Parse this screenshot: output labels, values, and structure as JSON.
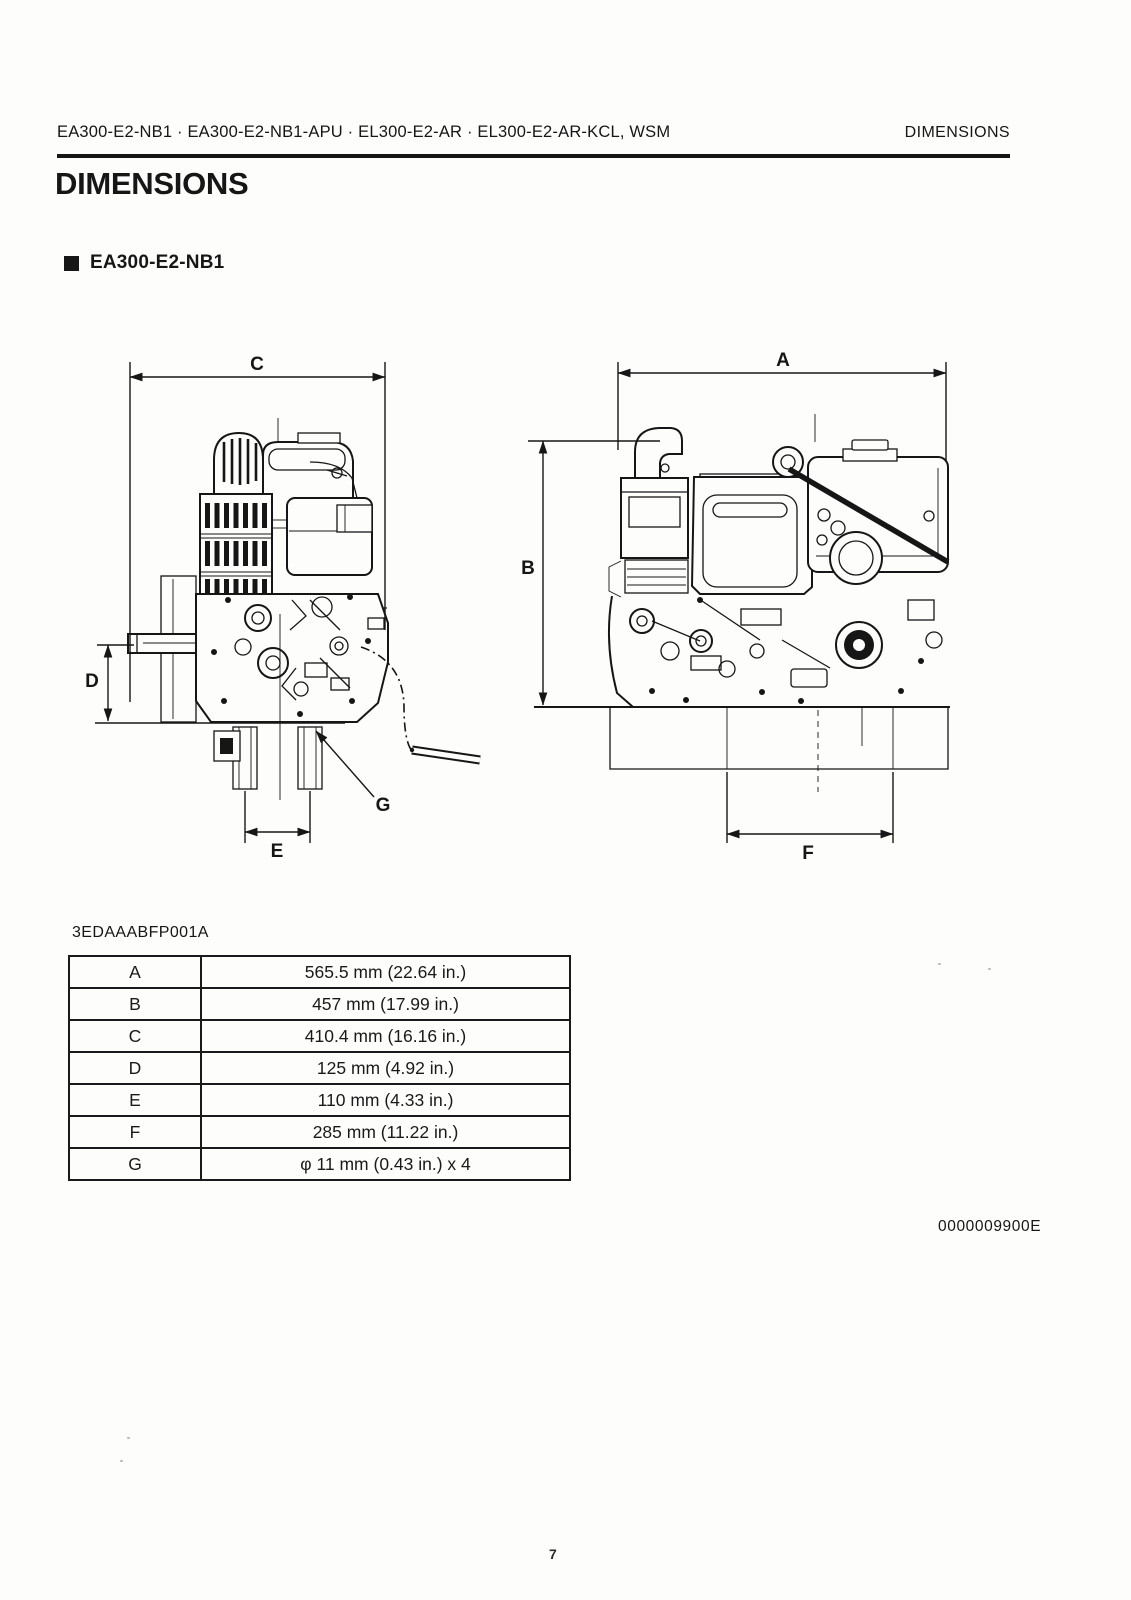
{
  "page": {
    "header": {
      "models_left": "EA300-E2-NB1 · EA300-E2-NB1-APU · EL300-E2-AR · EL300-E2-AR-KCL,  WSM",
      "right": "DIMENSIONS"
    },
    "title": "DIMENSIONS",
    "section_heading": "EA300-E2-NB1",
    "figure": {
      "code": "3EDAAABFP001A",
      "dim_labels": {
        "A": "A",
        "B": "B",
        "C": "C",
        "D": "D",
        "E": "E",
        "F": "F",
        "G": "G"
      }
    },
    "table": {
      "rows": [
        {
          "key": "A",
          "value": "565.5 mm (22.64 in.)"
        },
        {
          "key": "B",
          "value": "457 mm (17.99 in.)"
        },
        {
          "key": "C",
          "value": "410.4 mm (16.16 in.)"
        },
        {
          "key": "D",
          "value": "125 mm (4.92 in.)"
        },
        {
          "key": "E",
          "value": "110 mm (4.33 in.)"
        },
        {
          "key": "F",
          "value": "285 mm (11.22 in.)"
        },
        {
          "key": "G",
          "value": "φ 11 mm (0.43 in.) x 4"
        }
      ]
    },
    "doc_number": "0000009900E",
    "page_number": "7",
    "colors": {
      "ink": "#161616",
      "paper": "#fdfdfc"
    }
  }
}
